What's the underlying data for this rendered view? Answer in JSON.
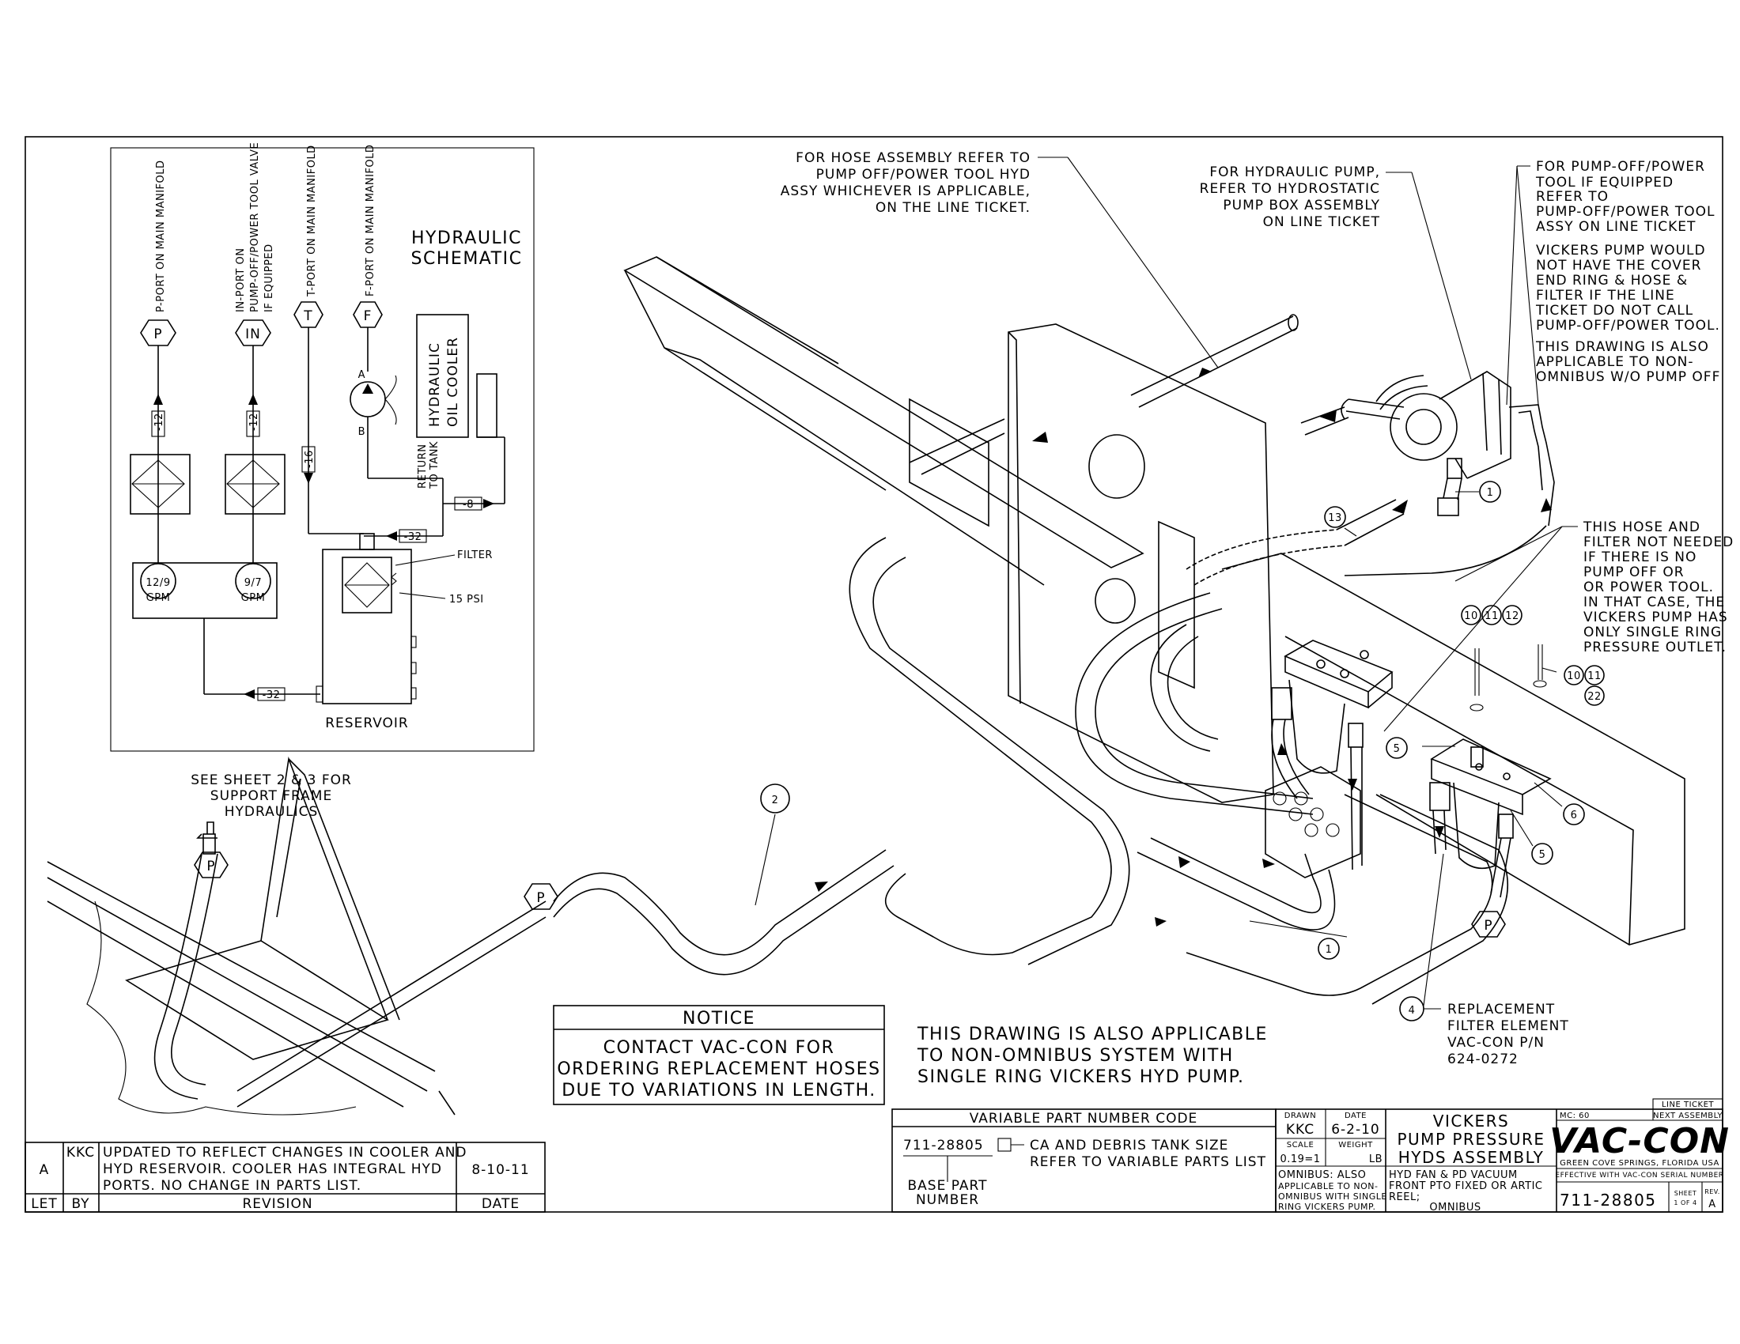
{
  "schematic": {
    "title_line1": "HYDRAULIC",
    "title_line2": "SCHEMATIC",
    "port_p_label": "P-PORT ON MAIN MANIFOLD",
    "port_in_label_1": "IN-PORT ON",
    "port_in_label_2": "PUMP-OFF/POWER TOOL VALVE",
    "port_in_label_3": "IF EQUIPPED",
    "port_t_label": "T-PORT ON MAIN MANIFOLD",
    "port_f_label": "F-PORT ON MAIN MANIFOLD",
    "sym_p": "P",
    "sym_in": "IN",
    "sym_t": "T",
    "sym_f": "F",
    "hose_12a": "-12",
    "hose_12b": "-12",
    "hose_16": "-16",
    "hose_8": "-8",
    "hose_32a": "-32",
    "hose_32b": "-32",
    "cooler_1": "HYDRAULIC",
    "cooler_2": "OIL COOLER",
    "cooler_a": "A",
    "cooler_b": "B",
    "return_1": "RETURN",
    "return_2": "TO TANK",
    "pump1_1": "12/9",
    "pump1_2": "GPM",
    "pump2_1": "9/7",
    "pump2_2": "GPM",
    "filter": "FILTER",
    "psi": "15 PSI",
    "reservoir": "RESERVOIR"
  },
  "see_sheet": [
    "SEE SHEET 2 & 3 FOR",
    "SUPPORT FRAME",
    "HYDRAULICS"
  ],
  "callouts": {
    "hose_assembly": [
      "FOR HOSE ASSEMBLY REFER TO",
      "PUMP OFF/POWER TOOL HYD",
      "ASSY WHICHEVER IS APPLICABLE,",
      "ON THE LINE TICKET."
    ],
    "hydraulic_pump": [
      "FOR HYDRAULIC PUMP,",
      "REFER TO HYDROSTATIC",
      "PUMP BOX ASSEMBLY",
      "ON LINE TICKET"
    ],
    "pump_off": [
      "FOR PUMP-OFF/POWER",
      "TOOL IF EQUIPPED",
      "REFER TO",
      "PUMP-OFF/POWER TOOL",
      "ASSY ON LINE TICKET"
    ],
    "vickers_note": [
      "VICKERS PUMP WOULD",
      "NOT HAVE THE COVER",
      "END RING & HOSE &",
      "FILTER IF THE LINE",
      "TICKET DO NOT CALL",
      "PUMP-OFF/POWER TOOL."
    ],
    "also_applicable": [
      "THIS DRAWING IS ALSO",
      "APPLICABLE TO NON-",
      "OMNIBUS W/O PUMP OFF"
    ],
    "hose_filter": [
      "THIS HOSE AND",
      "FILTER NOT NEEDED",
      "IF THERE IS NO",
      "PUMP OFF OR",
      "OR POWER TOOL.",
      "IN THAT CASE, THE",
      "VICKERS PUMP HAS",
      "ONLY SINGLE RING",
      "PRESSURE OUTLET."
    ],
    "replacement": [
      "REPLACEMENT",
      "FILTER ELEMENT",
      "VAC-CON P/N",
      "624-0272"
    ]
  },
  "balloons": {
    "b1a": "1",
    "b1b": "1",
    "b2": "2",
    "b4": "4",
    "b5a": "5",
    "b5b": "5",
    "b6": "6",
    "b10a": "10",
    "b11a": "11",
    "b12": "12",
    "b10b": "10",
    "b11b": "11",
    "b22": "22",
    "b13": "13",
    "p_left": "P",
    "p_mid": "P",
    "p_right": "P"
  },
  "notice": {
    "title": "NOTICE",
    "lines": [
      "CONTACT VAC-CON FOR",
      "ORDERING REPLACEMENT HOSES",
      "DUE TO VARIATIONS IN LENGTH."
    ]
  },
  "applicable_note": [
    "THIS DRAWING IS ALSO APPLICABLE",
    "TO NON-OMNIBUS SYSTEM WITH",
    "SINGLE RING VICKERS HYD PUMP."
  ],
  "revision": {
    "let": "A",
    "by": "KKC",
    "desc": [
      "UPDATED TO REFLECT CHANGES IN COOLER AND",
      "HYD RESERVOIR.  COOLER HAS INTEGRAL HYD",
      "PORTS. NO CHANGE IN PARTS LIST."
    ],
    "date": "8-10-11",
    "hdr_let": "LET",
    "hdr_by": "BY",
    "hdr_rev": "REVISION",
    "hdr_date": "DATE"
  },
  "variable_code": {
    "title": "VARIABLE PART NUMBER CODE",
    "part": "711-28805",
    "desc_1": "CA AND DEBRIS TANK SIZE",
    "desc_2": "REFER TO VARIABLE PARTS LIST",
    "base_1": "BASE PART",
    "base_2": "NUMBER"
  },
  "title_block": {
    "drawn_lbl": "DRAWN",
    "drawn": "KKC",
    "date_lbl": "DATE",
    "date": "6-2-10",
    "scale_lbl": "SCALE",
    "scale": "0.19=1",
    "weight_lbl": "WEIGHT",
    "weight": "LB",
    "title": [
      "VICKERS",
      "PUMP PRESSURE",
      "HYDS ASSEMBLY"
    ],
    "omni": [
      "OMNIBUS:  ALSO",
      "APPLICABLE TO NON-",
      "OMNIBUS WITH SINGLE",
      "RING VICKERS PUMP."
    ],
    "model": [
      "HYD FAN & PD VACUUM",
      "FRONT PTO FIXED OR ARTIC",
      "REEL;",
      "OMNIBUS"
    ],
    "mc": "MC: 60",
    "line_ticket": "LINE TICKET",
    "next_assembly": "NEXT ASSEMBLY",
    "logo": "VAC-CON",
    "location": "GREEN COVE SPRINGS, FLORIDA USA",
    "effective": "EFFECTIVE WITH VAC-CON SERIAL NUMBER",
    "dwg_no": "711-28805",
    "sheet_lbl": "SHEET",
    "sheet": "1 OF 4",
    "rev_lbl": "REV.",
    "rev": "A"
  }
}
